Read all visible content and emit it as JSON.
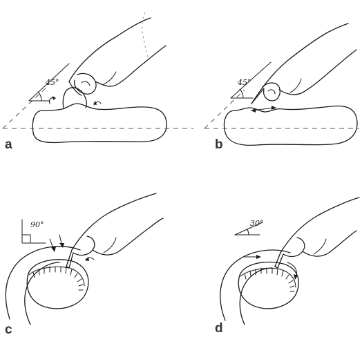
{
  "panels": [
    {
      "letter": "a",
      "angle": "45°"
    },
    {
      "letter": "b",
      "angle": "45°"
    },
    {
      "letter": "c",
      "angle": "90°"
    },
    {
      "letter": "d",
      "angle": "30°"
    }
  ]
}
